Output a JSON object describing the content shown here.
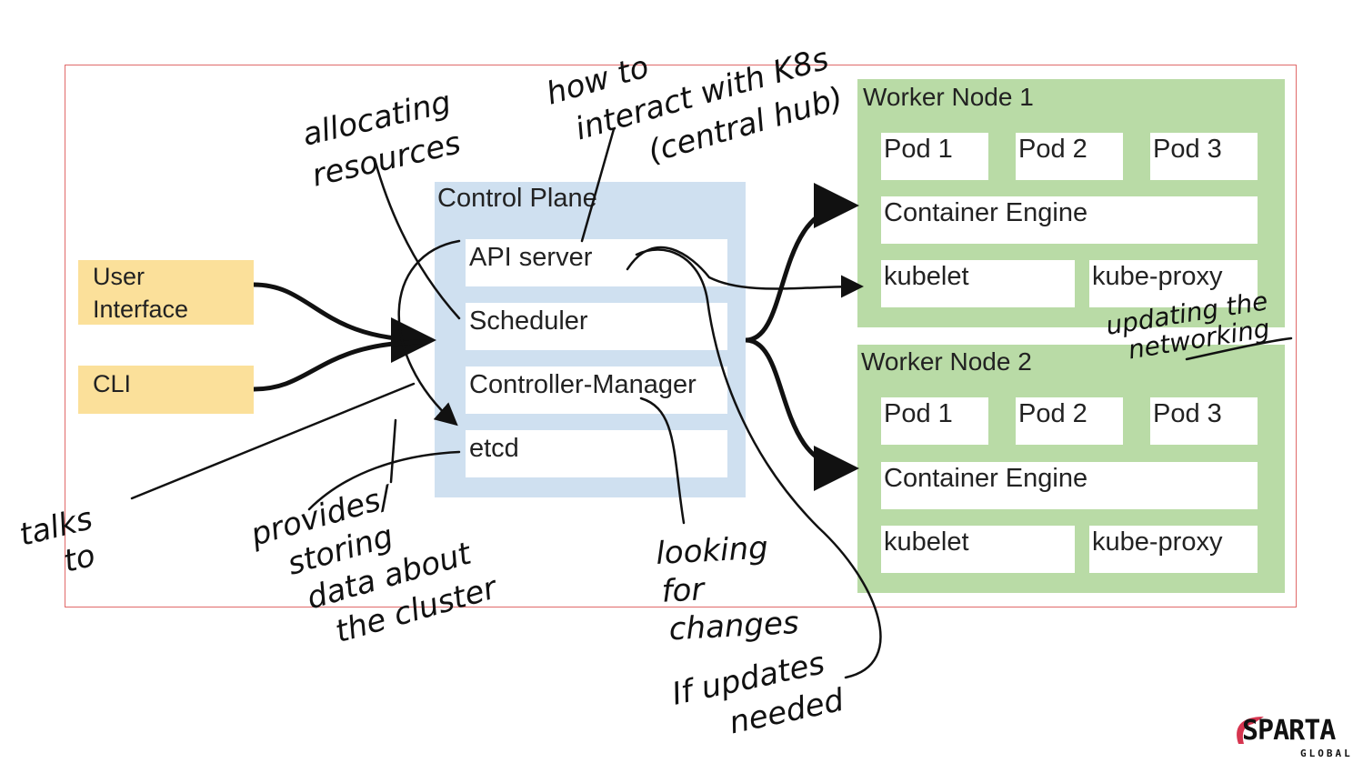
{
  "clients": {
    "user_interface": [
      "User",
      "Interface"
    ],
    "cli": "CLI"
  },
  "control_plane": {
    "title": "Control Plane",
    "components": [
      "API server",
      "Scheduler",
      "Controller-Manager",
      "etcd"
    ]
  },
  "worker_nodes": [
    {
      "title": "Worker Node 1",
      "pods": [
        "Pod 1",
        "Pod 2",
        "Pod 3"
      ],
      "engine": "Container Engine",
      "kubelet": "kubelet",
      "proxy": "kube-proxy"
    },
    {
      "title": "Worker Node 2",
      "pods": [
        "Pod 1",
        "Pod 2",
        "Pod 3"
      ],
      "engine": "Container Engine",
      "kubelet": "kubelet",
      "proxy": "kube-proxy"
    }
  ],
  "annotations": {
    "scheduler_note": [
      "allocating",
      "resources"
    ],
    "api_note": [
      "how to",
      "interact with K8s",
      "(central hub)"
    ],
    "talks_note": [
      "talks",
      "to"
    ],
    "etcd_note": [
      "provides/",
      "storing",
      "data about",
      "the cluster"
    ],
    "controller_note": [
      "looking",
      "for",
      "changes"
    ],
    "updates_note": [
      "If updates",
      "needed"
    ],
    "proxy_note": [
      "updating the",
      "networking"
    ]
  },
  "logo": {
    "name": "SPARTA",
    "sub": "GLOBAL"
  },
  "colors": {
    "client": "#fbe09a",
    "control_plane": "#cfe0f0",
    "worker_node": "#b9dba6",
    "frame": "#e06a6a",
    "ink": "#111111"
  }
}
